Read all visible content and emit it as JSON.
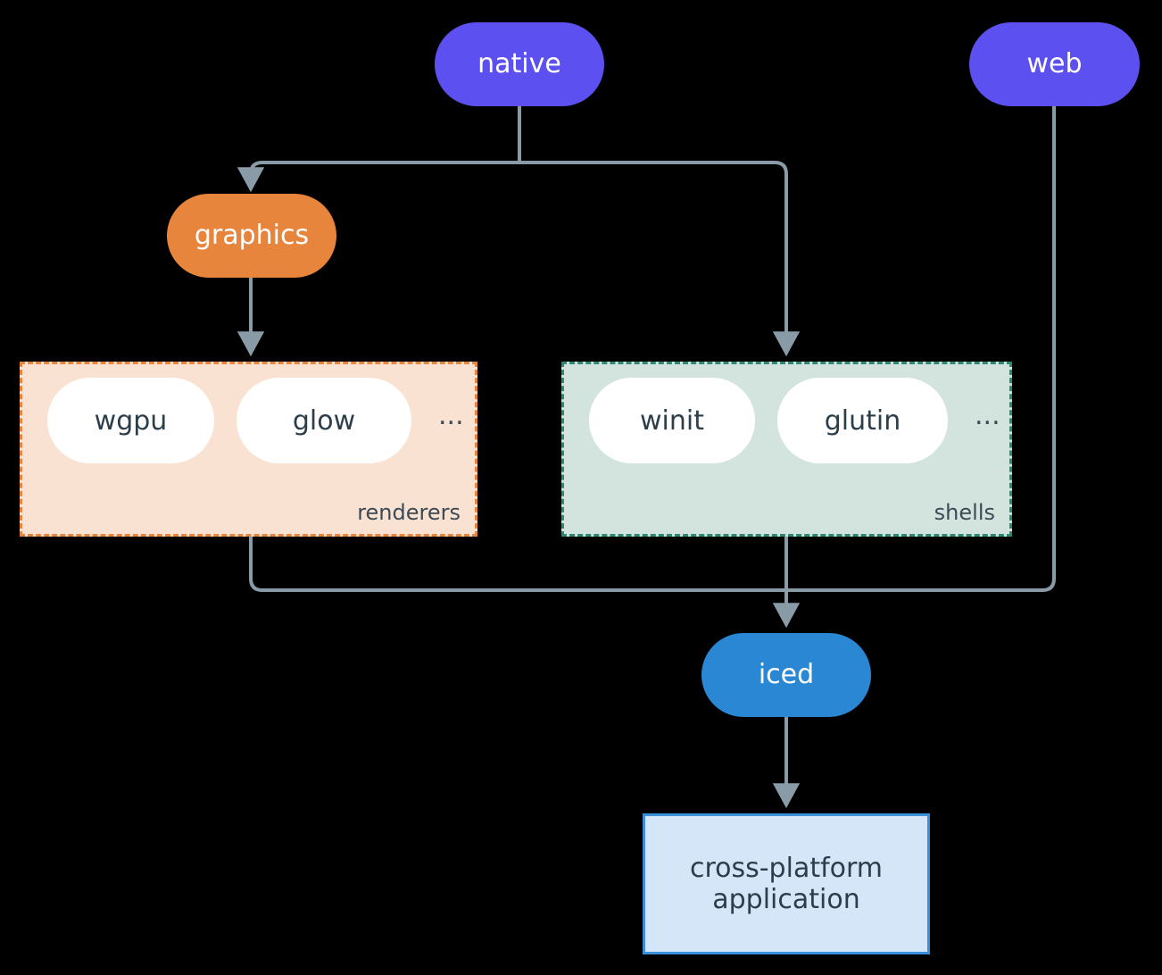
{
  "diagram": {
    "type": "flow-diagram",
    "background_color": "#000000",
    "connector_color": "#8A9BA8",
    "nodes": {
      "native": {
        "label": "native",
        "color": "#5C51F0",
        "shape": "capsule"
      },
      "web": {
        "label": "web",
        "color": "#5C51F0",
        "shape": "capsule"
      },
      "graphics": {
        "label": "graphics",
        "color": "#E8853C",
        "shape": "capsule"
      },
      "iced": {
        "label": "iced",
        "color": "#2A87D4",
        "shape": "capsule"
      },
      "application": {
        "label": "cross-platform\napplication",
        "color": "#D4E6F7",
        "border_color": "#3A8FD9",
        "shape": "rectangle"
      }
    },
    "groups": {
      "renderers": {
        "label": "renderers",
        "fill_color": "#FAE2D2",
        "border_color": "#E8853C",
        "border_style": "dashed",
        "items": [
          {
            "label": "wgpu"
          },
          {
            "label": "glow"
          }
        ],
        "overflow": "..."
      },
      "shells": {
        "label": "shells",
        "fill_color": "#D3E4DE",
        "border_color": "#2E8872",
        "border_style": "dashed",
        "items": [
          {
            "label": "winit"
          },
          {
            "label": "glutin"
          }
        ],
        "overflow": "..."
      }
    },
    "edges": [
      {
        "from": "native",
        "to": "graphics"
      },
      {
        "from": "native",
        "to": "shells"
      },
      {
        "from": "graphics",
        "to": "renderers"
      },
      {
        "from": "renderers",
        "to": "iced"
      },
      {
        "from": "shells",
        "to": "iced"
      },
      {
        "from": "web",
        "to": "iced"
      },
      {
        "from": "iced",
        "to": "application"
      }
    ]
  }
}
